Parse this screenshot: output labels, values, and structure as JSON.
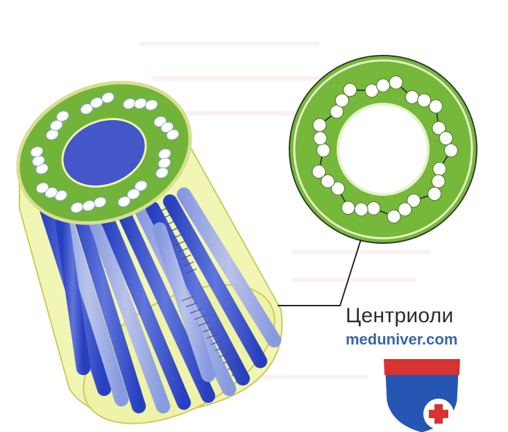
{
  "caption": "Центриоли",
  "site": "meduniver.com",
  "colors": {
    "ring_green": "#76b83a",
    "microtubule_blue": "#3d57d6",
    "microtubule_light": "#b9c7f4",
    "cylinder_fill": "#f4f7b9",
    "shield_red": "#d8332f",
    "shield_blue": "#2656b3"
  },
  "icons": {
    "logo": "meduniver-shield-logo",
    "cross": "medical-cross-icon"
  },
  "diagram": {
    "triplet_count": 9
  }
}
